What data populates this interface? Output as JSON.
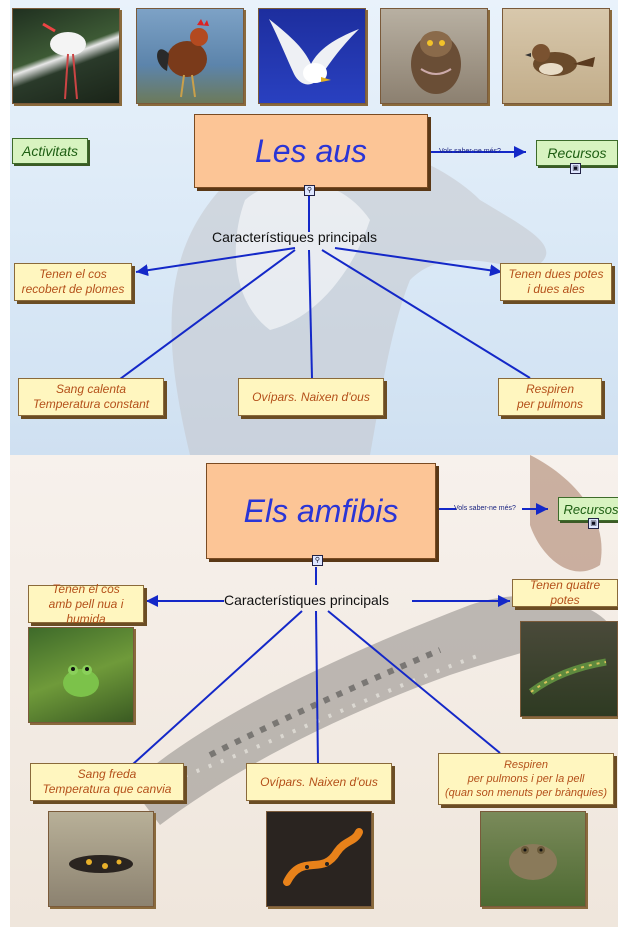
{
  "birds": {
    "title": "Les aus",
    "activities_label": "Activitats",
    "more_label": "Vols saber-ne més?",
    "resources_label": "Recursos",
    "center_label": "Característiques principals",
    "features": {
      "feathers": [
        "Tenen el cos",
        "recobert de plomes"
      ],
      "legs_wings": [
        "Tenen dues potes",
        "i dues ales"
      ],
      "warm_blood": [
        "Sang calenta",
        "Temperatura constant"
      ],
      "oviparous": "Ovípars. Naixen d'ous",
      "lungs": [
        "Respiren",
        "per pulmons"
      ]
    },
    "photo_icons": [
      "stork-photo",
      "rooster-photo",
      "seagull-photo",
      "owl-photo",
      "sparrow-photo"
    ]
  },
  "amphibians": {
    "title": "Els   amfibis",
    "more_label": "Vols saber-ne més?",
    "resources_label": "Recursos",
    "center_label": "Característiques principals",
    "features": {
      "skin": [
        "Tenen el cos",
        "amb pell nua i humida"
      ],
      "four_legs": "Tenen quatre potes",
      "cold_blood": [
        "Sang freda",
        "Temperatura que canvia"
      ],
      "oviparous": "Ovípars. Naixen d'ous",
      "breathing": [
        "Respiren",
        "per pulmons i per la pell",
        "(quan son menuts per brànquies)"
      ]
    }
  },
  "colors": {
    "title_text": "#2a35d6",
    "title_box": "#fcc596",
    "feature_box": "#fff6bf",
    "feature_text": "#b4501a",
    "arrow": "#1428c8"
  }
}
